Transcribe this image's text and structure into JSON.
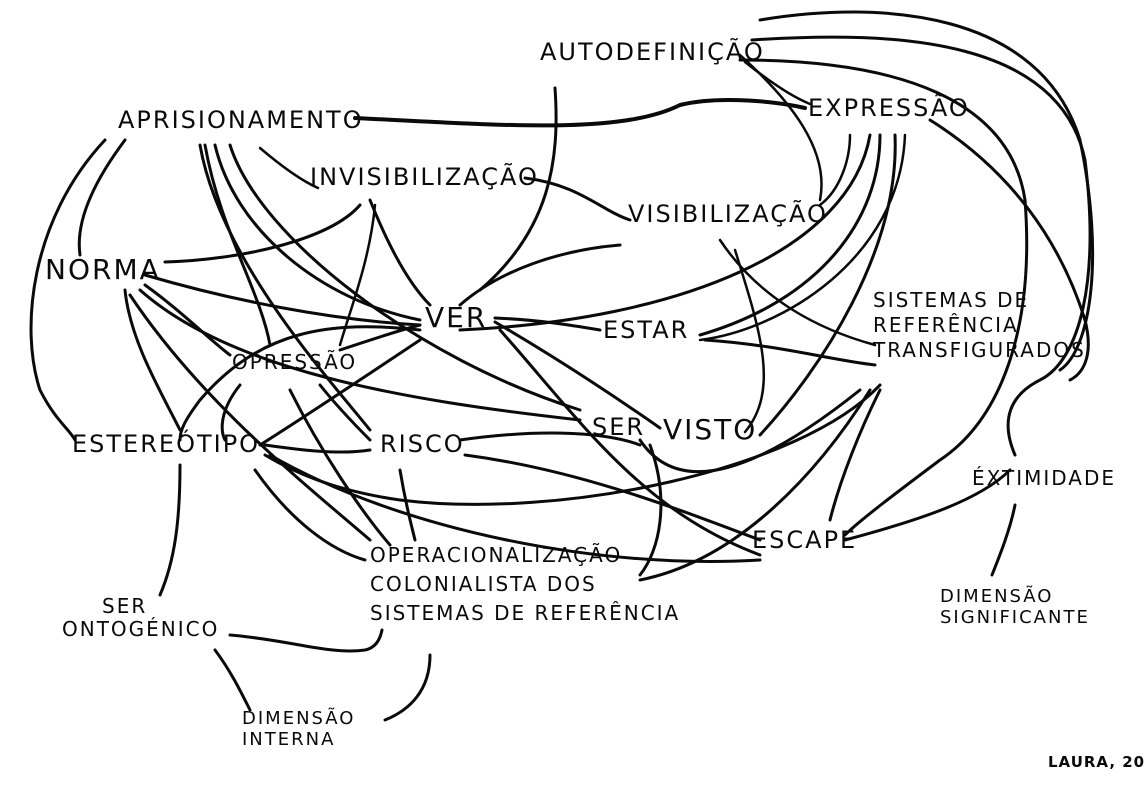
{
  "diagram": {
    "ink_color": "#0a0a0a",
    "background": "#ffffff",
    "nodes": {
      "autodefinicao": "AUTODEFINIÇÃO",
      "expressao": "EXPRESSÃO",
      "aprisionamento": "APRISIONAMENTO",
      "invisibilizacao": "INVISIBILIZAÇÃO",
      "visibilizacao": "VISIBILIZAÇÃO",
      "norma": "NORMA",
      "ver": "VER",
      "estar": "ESTAR",
      "sistemas_ref_transf_1": "SISTEMAS DE",
      "sistemas_ref_transf_2": "REFERÊNCIA",
      "sistemas_ref_transf_3": "TRANSFIGURADOS",
      "opressao": "OPRESSÃO",
      "estereotipo": "ESTEREÓTIPO",
      "risco": "RISCO",
      "ser": "SER",
      "visto": "VISTO",
      "extimidade": "ÉXTIMIDADE",
      "escape": "ESCAPE",
      "operacionalizacao_1": "OPERACIONALIZAÇÃO",
      "operacionalizacao_2": "COLONIALISTA DOS",
      "operacionalizacao_3": "SISTEMAS DE REFERÊNCIA",
      "ser_ontogenico_1": "SER",
      "ser_ontogenico_2": "ONTOGÉNICO",
      "dimensao_interna_1": "DIMENSÃO",
      "dimensao_interna_2": "INTERNA",
      "dimensao_significante_1": "DIMENSÃO",
      "dimensao_significante_2": "SIGNIFICANTE"
    },
    "signature": "LAURA, 20"
  }
}
